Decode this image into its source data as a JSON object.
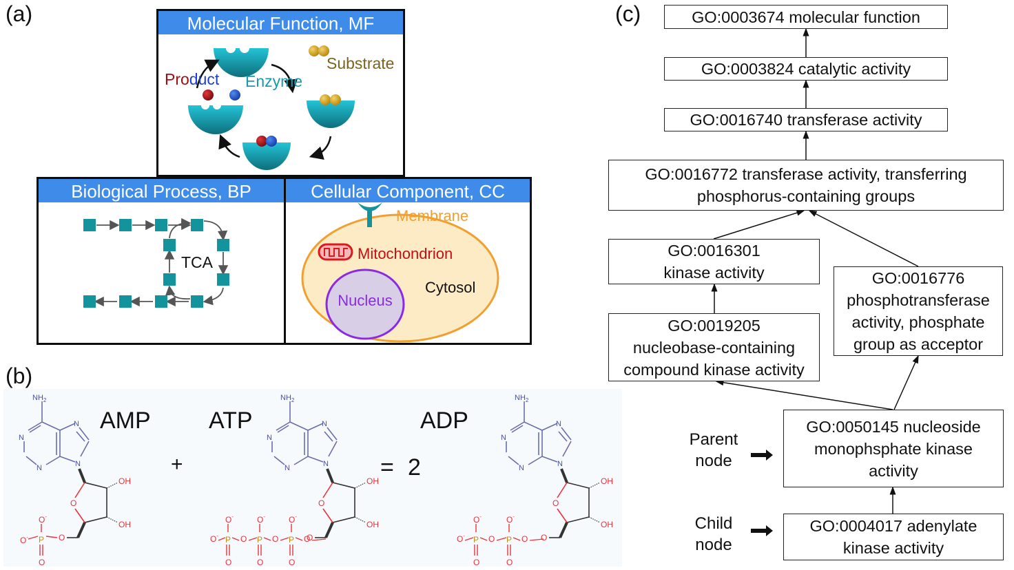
{
  "panels": {
    "a": {
      "label": "(a)",
      "molecular_function": {
        "title": "Molecular Function, MF",
        "labels": {
          "product_pro": "Pro",
          "product_duct": "duct",
          "enzyme": "Enzyme",
          "substrate": "Substrate"
        }
      },
      "biological_process": {
        "title": "Biological Process, BP",
        "cycle_label": "TCA"
      },
      "cellular_component": {
        "title": "Cellular Component, CC",
        "labels": {
          "membrane": "Membrane",
          "mitochondrion": "Mitochondrion",
          "nucleus": "Nucleus",
          "cytosol": "Cytosol"
        }
      }
    },
    "b": {
      "label": "(b)",
      "molecules": {
        "amp": "AMP",
        "atp": "ATP",
        "adp": "ADP"
      },
      "operators": {
        "plus": "+",
        "equals": "=",
        "coefficient": "2"
      },
      "atoms": {
        "nh2": "NH",
        "nh2_sub": "2",
        "n": "N",
        "o": "O",
        "oh": "OH",
        "p": "P",
        "minus": "-"
      }
    },
    "c": {
      "label": "(c)",
      "nodes": [
        {
          "id": "mf",
          "lines": [
            "GO:0003674 molecular function"
          ]
        },
        {
          "id": "ca",
          "lines": [
            "GO:0003824 catalytic activity"
          ]
        },
        {
          "id": "ta",
          "lines": [
            "GO:0016740 transferase activity"
          ]
        },
        {
          "id": "tp",
          "lines": [
            "GO:0016772 transferase activity, transferring",
            "phosphorus-containing groups"
          ]
        },
        {
          "id": "ka",
          "lines": [
            "GO:0016301",
            "kinase activity"
          ]
        },
        {
          "id": "pt",
          "lines": [
            "GO:0016776",
            "phosphotransferase",
            "activity, phosphate",
            "group as acceptor"
          ]
        },
        {
          "id": "nb",
          "lines": [
            "GO:0019205",
            "nucleobase-containing",
            "compound kinase activity"
          ]
        },
        {
          "id": "nm",
          "lines": [
            "GO:0050145 nucleoside",
            "monophsphate kinase",
            "activity"
          ]
        },
        {
          "id": "ad",
          "lines": [
            "GO:0004017 adenylate",
            "kinase activity"
          ]
        }
      ],
      "edges": [
        [
          "ca",
          "mf"
        ],
        [
          "ta",
          "ca"
        ],
        [
          "tp",
          "ta"
        ],
        [
          "ka",
          "tp"
        ],
        [
          "pt",
          "tp"
        ],
        [
          "nb",
          "ka"
        ],
        [
          "nm",
          "nb"
        ],
        [
          "nm",
          "pt"
        ],
        [
          "ad",
          "nm"
        ]
      ],
      "legend": {
        "parent": [
          "Parent",
          "node"
        ],
        "child": [
          "Child",
          "node"
        ]
      }
    }
  },
  "colors": {
    "header_blue": "#3e8bea",
    "enzyme_teal": "#1ab3c6",
    "enzyme_dark": "#0e6f7d",
    "bp_square": "#13939b",
    "substrate_gold": "#d4a017",
    "substrate_text": "#7a6320",
    "product_red": "#a30d12",
    "product_blue": "#1c3fd6",
    "membrane_orange": "#f0a030",
    "cell_fill": "#fdebc6",
    "mito_red": "#d9191c",
    "nucleus_purple": "#8a2be2",
    "nucleus_fill": "#d8cfe6",
    "atom_n": "#4a4ea6",
    "atom_o": "#e8333d",
    "atom_p": "#c08a1e"
  }
}
